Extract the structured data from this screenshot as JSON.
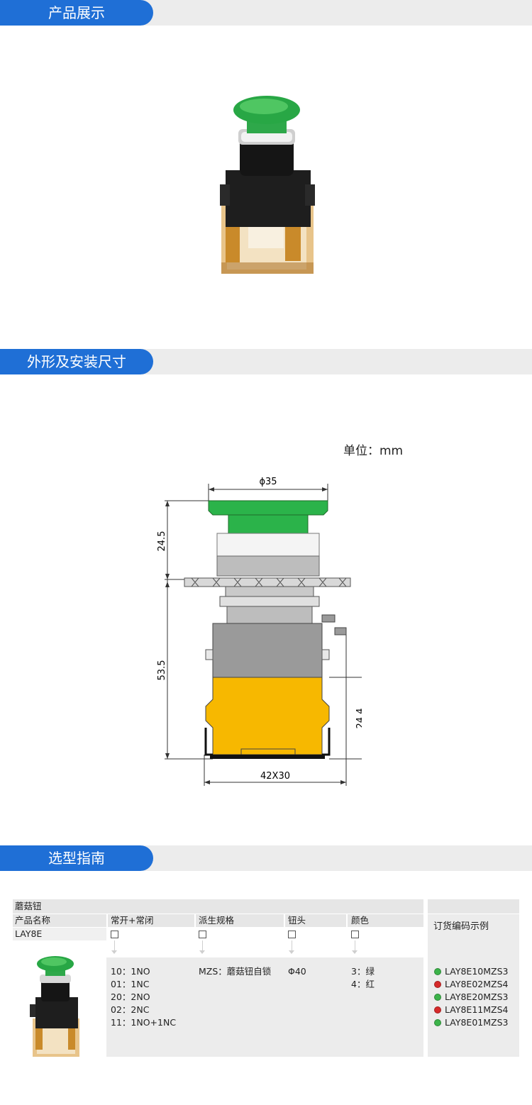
{
  "sections": {
    "display": "产品展示",
    "dimensions": "外形及安装尺寸",
    "selection": "选型指南"
  },
  "drawing": {
    "unit": "单位：mm",
    "dim_top": "ϕ35",
    "dim_left_upper": "24.5",
    "dim_left_lower": "53.5",
    "dim_right": "24.4",
    "dim_bottom": "42X30"
  },
  "colors": {
    "brand_blue": "#1f6fd6",
    "cap_green": "#2bb34a",
    "body_yellow": "#f7b800",
    "body_gray": "#9a9a9a",
    "green_dot": "#3cb34a",
    "red_dot": "#d62a2a"
  },
  "table": {
    "category": "蘑菇钮",
    "headers": [
      "产品名称",
      "常开+常闭",
      "派生规格",
      "钮头",
      "颜色"
    ],
    "model": "LAY8E",
    "contacts": [
      "10：1NO",
      "01：1NC",
      "20：2NO",
      "02：2NC",
      "11：1NO+1NC"
    ],
    "derivative": "MZS：蘑菇钮自锁",
    "head": "Φ40",
    "colors_opts": [
      "3：绿",
      "4：红"
    ],
    "order_title": "订货编码示例",
    "order_examples": [
      {
        "code": "LAY8E10MZS3",
        "dot": "green"
      },
      {
        "code": "LAY8E02MZS4",
        "dot": "red"
      },
      {
        "code": "LAY8E20MZS3",
        "dot": "green"
      },
      {
        "code": "LAY8E11MZS4",
        "dot": "red"
      },
      {
        "code": "LAY8E01MZS3",
        "dot": "green"
      }
    ]
  }
}
